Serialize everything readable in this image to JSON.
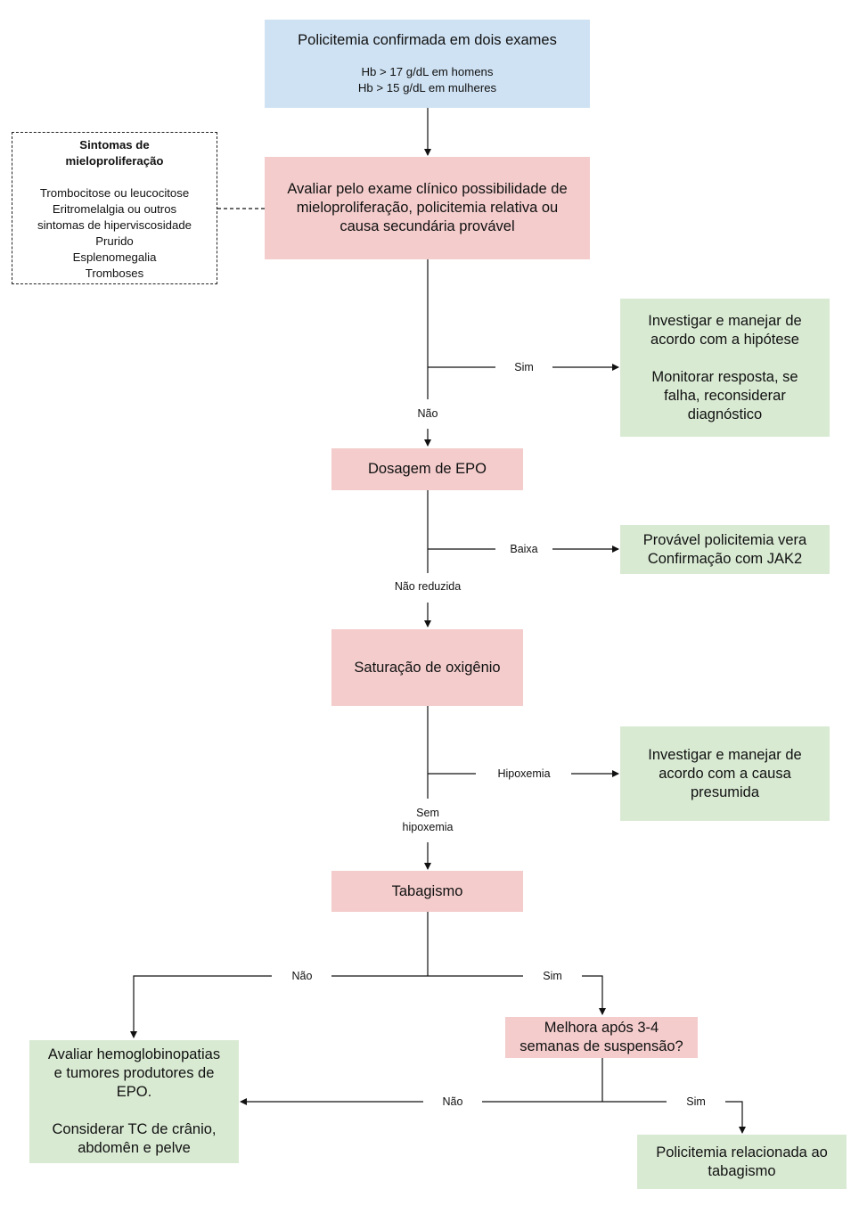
{
  "nodes": {
    "start": {
      "title": "Policitemia confirmada em dois exames",
      "line1": "Hb > 17 g/dL em homens",
      "line2": "Hb > 15 g/dL em mulheres"
    },
    "symptoms": {
      "title_line1": "Sintomas de",
      "title_line2": "mieloproliferação",
      "items": [
        "Trombocitose ou leucocitose",
        "Eritromelalgia ou outros",
        "sintomas de hiperviscosidade",
        "Prurido",
        "Esplenomegalia",
        "Tromboses"
      ]
    },
    "evaluate": {
      "line1": "Avaliar pelo exame clínico possibilidade de",
      "line2": "mieloproliferação, policitemia relativa ou",
      "line3": "causa secundária provável"
    },
    "investigate_hypothesis": {
      "line1": "Investigar e manejar de",
      "line2": "acordo com a hipótese",
      "line3": "Monitorar resposta, se",
      "line4": "falha, reconsiderar",
      "line5": "diagnóstico"
    },
    "epo": {
      "label": "Dosagem de EPO"
    },
    "pv": {
      "line1": "Provável policitemia vera",
      "line2": "Confirmação com JAK2"
    },
    "sat": {
      "label": "Saturação de oxigênio"
    },
    "investigate_cause": {
      "line1": "Investigar e manejar de",
      "line2": "acordo com a causa",
      "line3": "presumida"
    },
    "smoking": {
      "label": "Tabagismo"
    },
    "improve": {
      "line1": "Melhora após 3-4",
      "line2": "semanas de suspensão?"
    },
    "hemoglobin": {
      "line1": "Avaliar hemoglobinopatias",
      "line2": "e tumores produtores de",
      "line3": "EPO.",
      "line4": "Considerar TC de crânio,",
      "line5": "abdomên e pelve"
    },
    "smoking_related": {
      "line1": "Policitemia relacionada ao",
      "line2": "tabagismo"
    }
  },
  "edges": {
    "sim1": "Sim",
    "nao1": "Não",
    "baixa": "Baixa",
    "nao_reduzida": "Não reduzida",
    "hipoxemia": "Hipoxemia",
    "sem_hipoxemia_1": "Sem",
    "sem_hipoxemia_2": "hipoxemia",
    "nao2": "Não",
    "sim2": "Sim",
    "nao3": "Não",
    "sim3": "Sim"
  },
  "colors": {
    "start": "#cfe2f3",
    "decision": "#f4cccc",
    "outcome": "#d9ead3"
  }
}
